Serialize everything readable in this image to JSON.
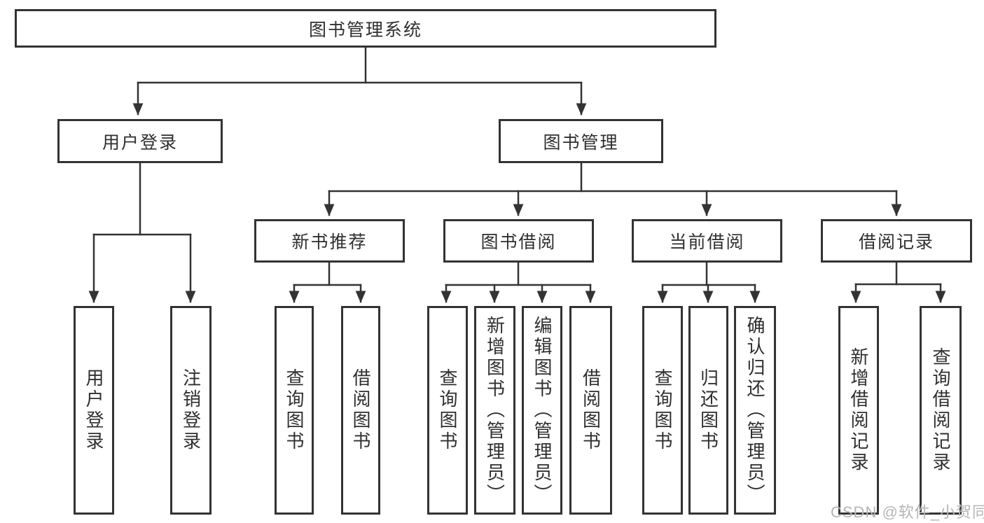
{
  "diagram": {
    "type": "hierarchy",
    "line_color": "#333333",
    "box_border_color": "#333333",
    "box_background": "#ffffff",
    "text_color": "#2f2f2f",
    "watermark": {
      "text": "CSDN @软件_小贺同学",
      "color": "#b5b5b5"
    },
    "tree": {
      "label": "图书管理系统",
      "children": [
        {
          "label": "用户登录",
          "children": [
            {
              "label": "用户登录"
            },
            {
              "label": "注销登录"
            }
          ]
        },
        {
          "label": "图书管理",
          "children": [
            {
              "label": "新书推荐",
              "children": [
                {
                  "label": "查询图书"
                },
                {
                  "label": "借阅图书"
                }
              ]
            },
            {
              "label": "图书借阅",
              "children": [
                {
                  "label": "查询图书"
                },
                {
                  "label": "新增图书（管理员）"
                },
                {
                  "label": "编辑图书（管理员）"
                },
                {
                  "label": "借阅图书"
                }
              ]
            },
            {
              "label": "当前借阅",
              "children": [
                {
                  "label": "查询图书"
                },
                {
                  "label": "归还图书"
                },
                {
                  "label": "确认归还（管理员）"
                }
              ]
            },
            {
              "label": "借阅记录",
              "children": [
                {
                  "label": "新增借阅记录"
                },
                {
                  "label": "查询借阅记录"
                }
              ]
            }
          ]
        }
      ]
    }
  }
}
